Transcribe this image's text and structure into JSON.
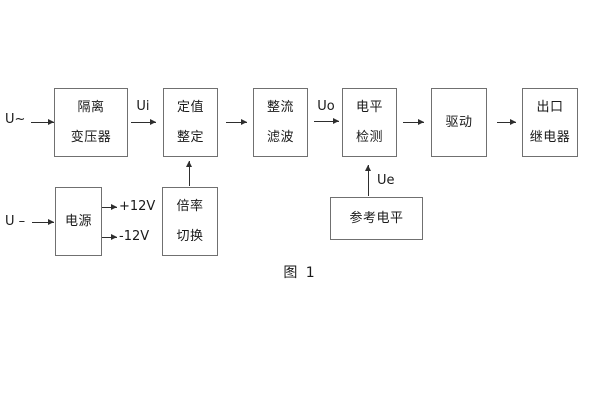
{
  "figure": {
    "caption": "图 1"
  },
  "inputs": {
    "ac_input": "U~",
    "dc_input": "U –"
  },
  "signal_labels": {
    "ui": "Ui",
    "uo": "Uo",
    "ue": "Ue",
    "plus12v": "+12V",
    "minus12v": "-12V"
  },
  "blocks": {
    "isolation_transformer": {
      "line1": "隔离",
      "line2": "变压器"
    },
    "setpoint_adjust": {
      "line1": "定值",
      "line2": "整定"
    },
    "rectifier_filter": {
      "line1": "整流",
      "line2": "滤波"
    },
    "level_detector": {
      "line1": "电平",
      "line2": "检测"
    },
    "driver": {
      "line1": "驱动"
    },
    "output_relay": {
      "line1": "出口",
      "line2": "继电器"
    },
    "power_supply": {
      "line1": "电源"
    },
    "ratio_switch": {
      "line1": "倍率",
      "line2": "切换"
    },
    "reference_level": {
      "line1": "参考电平"
    }
  },
  "colors": {
    "line": "#2e2e2e",
    "border": "#707070",
    "text": "#1a1a1a",
    "background": "#ffffff"
  }
}
